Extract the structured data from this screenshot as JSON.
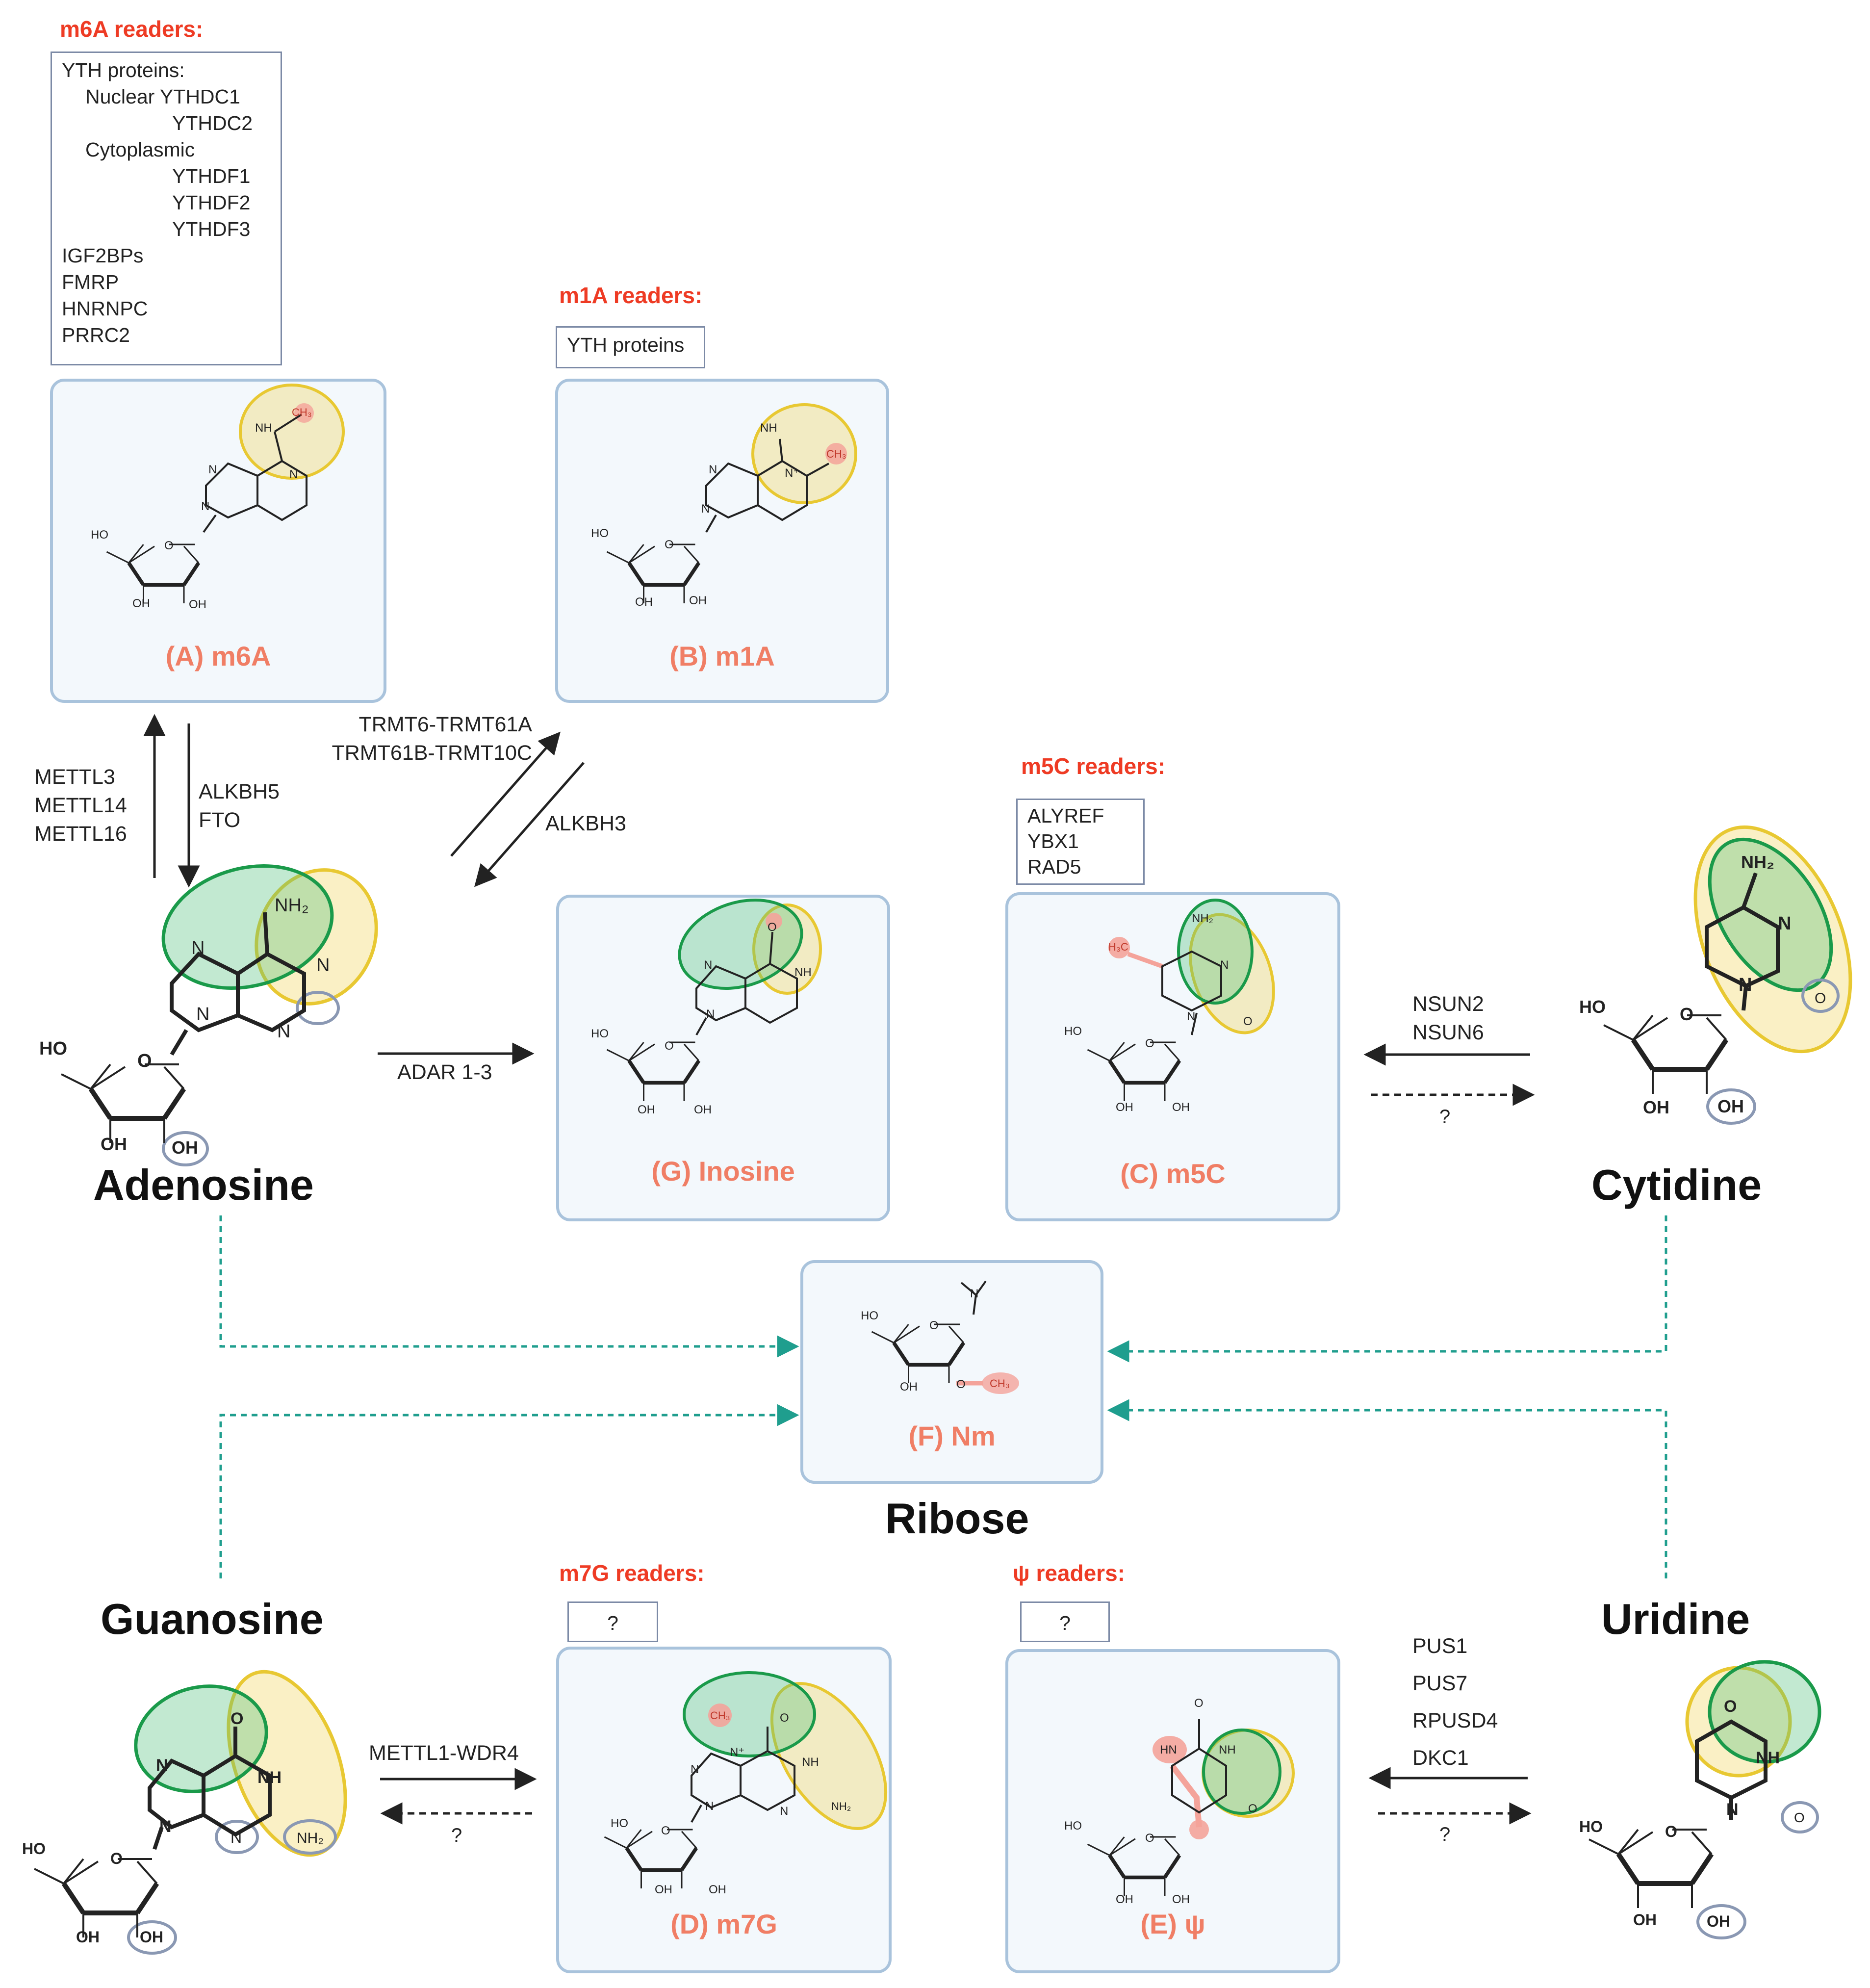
{
  "readers": {
    "m6a": {
      "title": "m6A readers:",
      "lines": [
        "YTH proteins:",
        "Nuclear YTHDC1",
        "YTHDC2",
        "Cytoplasmic",
        "YTHDF1",
        "YTHDF2",
        "YTHDF3",
        "IGF2BPs",
        "FMRP",
        "HNRNPC",
        "PRRC2"
      ]
    },
    "m1a": {
      "title": "m1A readers:",
      "lines": [
        "YTH proteins"
      ]
    },
    "m5c": {
      "title": "m5C readers:",
      "lines": [
        "ALYREF",
        "YBX1",
        "RAD5"
      ]
    },
    "m7g": {
      "title": "m7G readers:",
      "lines": [
        "?"
      ]
    },
    "psi": {
      "title": "ψ readers:",
      "lines": [
        "?"
      ]
    }
  },
  "modifications": {
    "a": "(A) m6A",
    "b": "(B) m1A",
    "c": "(C) m5C",
    "d": "(D) m7G",
    "e": "(E) ψ",
    "f": "(F) Nm",
    "g": "(G) Inosine"
  },
  "nucleosides": {
    "adenosine": "Adenosine",
    "cytidine": "Cytidine",
    "guanosine": "Guanosine",
    "uridine": "Uridine",
    "ribose": "Ribose"
  },
  "enzymes": {
    "m6a_writers": [
      "METTL3",
      "METTL14",
      "METTL16"
    ],
    "m6a_erasers": [
      "ALKBH5",
      "FTO"
    ],
    "m1a_writers": [
      "TRMT6-TRMT61A",
      "TRMT61B-TRMT10C"
    ],
    "m1a_eraser": "ALKBH3",
    "adar": "ADAR 1-3",
    "m5c_writers": [
      "NSUN2",
      "NSUN6"
    ],
    "m7g_writer": "METTL1-WDR4",
    "psi_writers": [
      "PUS1",
      "PUS7",
      "RPUSD4",
      "DKC1"
    ],
    "unknown": "?"
  },
  "structure_atoms": {
    "ho": "HO",
    "oh": "OH",
    "o": "O",
    "n": "N",
    "nh": "NH",
    "hn": "HN",
    "nh2": "NH₂",
    "ch3": "CH₃",
    "h3c": "H₃C",
    "n_plus": "N⁺"
  },
  "colors": {
    "reader_title": "#ee3b24",
    "mod_label": "#f07e65",
    "panel_fill": "#f3f8fc",
    "panel_border": "#a9c3dc",
    "green_highlight": "#4fc07a",
    "yellow_highlight": "#f2d35a",
    "red_highlight": "#f4a39a",
    "teal_arrow": "#1f9e8e"
  }
}
